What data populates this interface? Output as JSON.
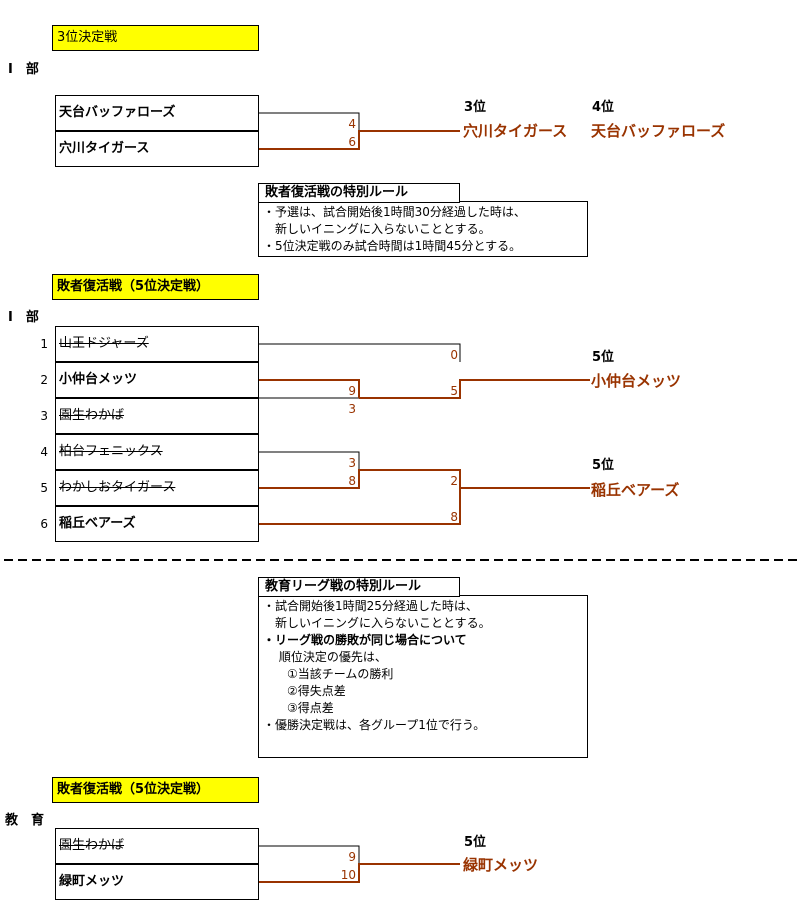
{
  "section1": {
    "title": "3位決定戦",
    "division": "Ⅰ　部",
    "teams": [
      {
        "name": "天台バッファローズ",
        "score": "4"
      },
      {
        "name": "穴川タイガース",
        "score": "6"
      }
    ],
    "results": [
      {
        "label": "3位",
        "name": "穴川タイガース"
      },
      {
        "label": "4位",
        "name": "天台バッファローズ"
      }
    ]
  },
  "rule1": {
    "title": "敗者復活戦の特別ルール",
    "lines": [
      "・予選は、試合開始後1時間30分経過した時は、",
      "　新しいイニングに入らないこととする。",
      "・5位決定戦のみ試合時間は1時間45分とする。"
    ]
  },
  "section2": {
    "title": "敗者復活戦（5位決定戦）",
    "division": "Ⅰ　部",
    "teams": [
      {
        "seed": "1",
        "name": "山王ドジャーズ"
      },
      {
        "seed": "2",
        "name": "小仲台メッツ"
      },
      {
        "seed": "3",
        "name": "園生わかば"
      },
      {
        "seed": "4",
        "name": "柏台フェニックス"
      },
      {
        "seed": "5",
        "name": "わかしおタイガース"
      },
      {
        "seed": "6",
        "name": "稲丘ベアーズ"
      }
    ],
    "scores": {
      "g1_top": "9",
      "g1_bottom": "3",
      "g2_top": "0",
      "g2_bottom": "5",
      "g3_top": "3",
      "g3_bottom": "8",
      "g4_top": "2",
      "g4_bottom": "8"
    },
    "results": [
      {
        "label": "5位",
        "name": "小仲台メッツ"
      },
      {
        "label": "5位",
        "name": "稲丘ベアーズ"
      }
    ]
  },
  "rule2": {
    "title": "教育リーグ戦の特別ルール",
    "lines": [
      "・試合開始後1時間25分経過した時は、",
      "　新しいイニングに入らないこととする。",
      "・リーグ戦の勝敗が同じ場合について",
      "　 順位決定の優先は、",
      "　　①当該チームの勝利",
      "　　②得失点差",
      "　　③得点差",
      "・優勝決定戦は、各グループ1位で行う。"
    ]
  },
  "section3": {
    "title": "敗者復活戦（5位決定戦）",
    "division": "教　育",
    "teams": [
      {
        "name": "園生わかば",
        "score": "9"
      },
      {
        "name": "緑町メッツ",
        "score": "10"
      }
    ],
    "result": {
      "label": "5位",
      "name": "緑町メッツ"
    }
  },
  "colors": {
    "accent": "#993300",
    "highlight": "#ffff00"
  }
}
